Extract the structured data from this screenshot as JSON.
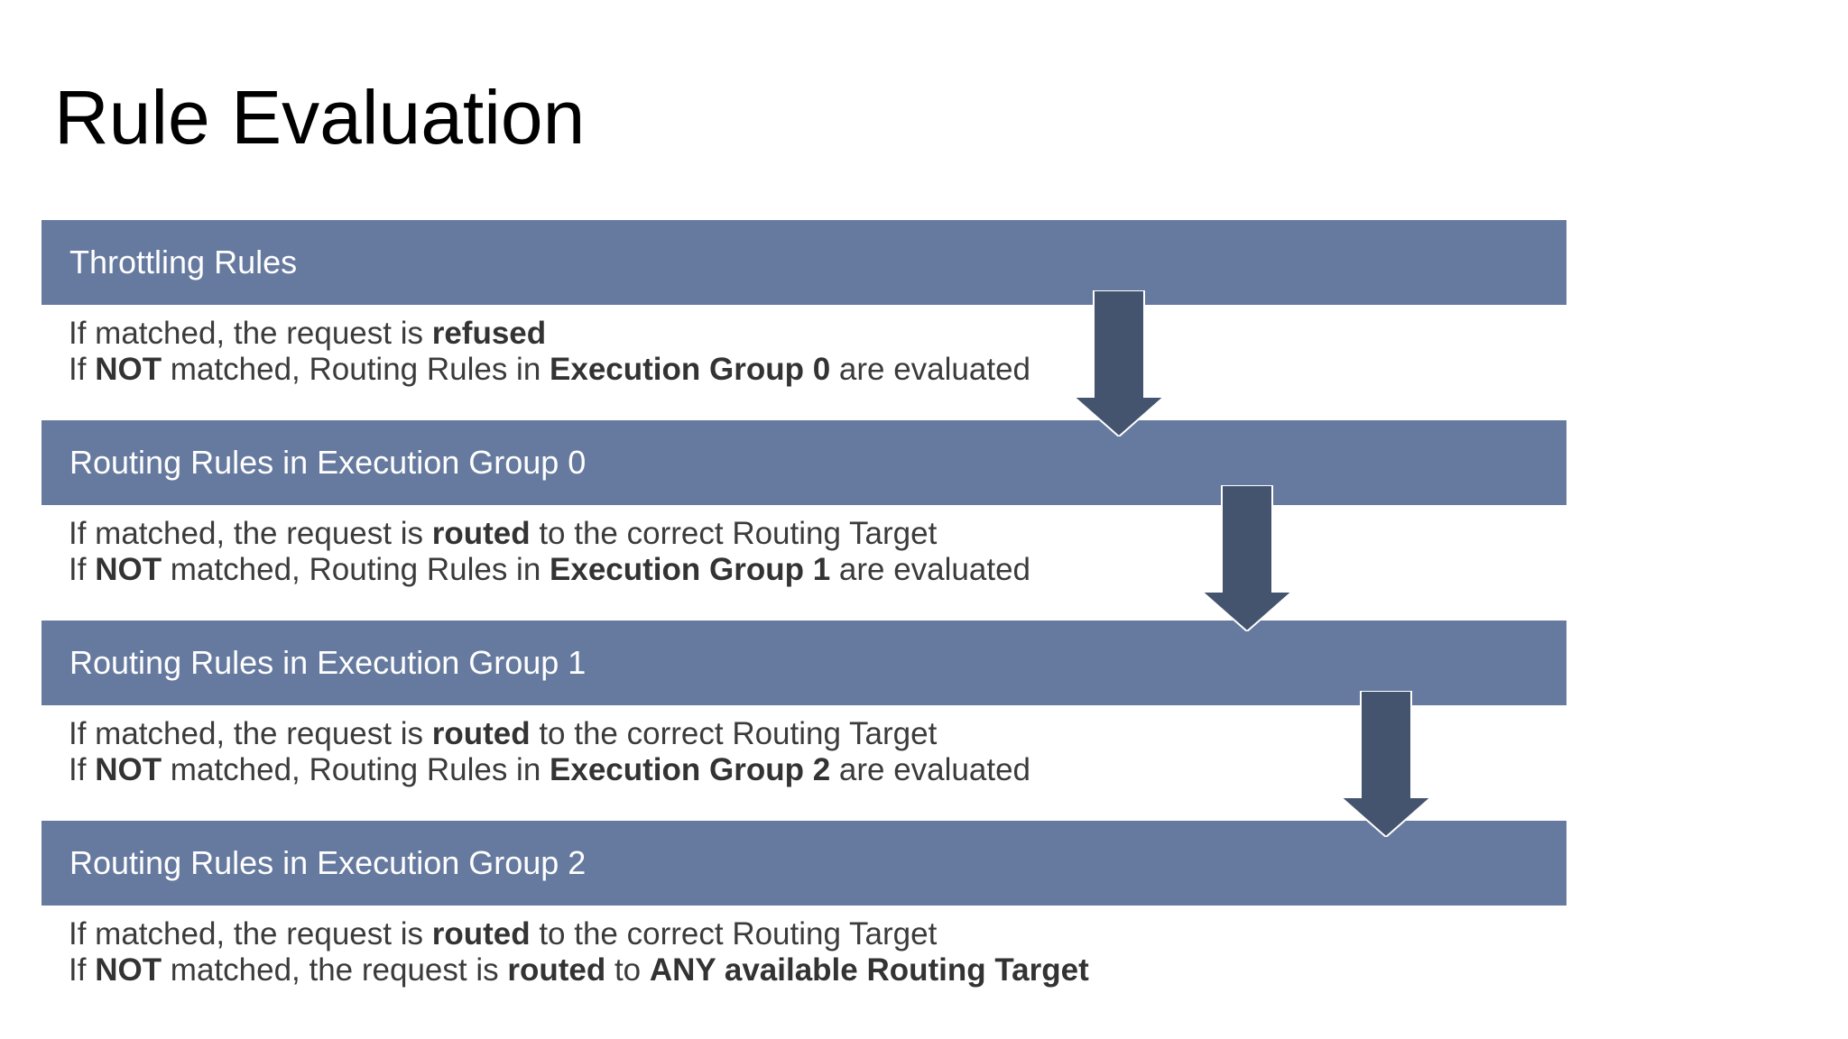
{
  "title": "Rule Evaluation",
  "colors": {
    "bar": "#667a9f",
    "arrow": "#44546f",
    "bar_text": "#ffffff",
    "body_text": "#3b3b3b"
  },
  "stages": [
    {
      "label": "Throttling Rules",
      "line1": {
        "prefix": "If matched, the request is ",
        "strong": "refused",
        "suffix": ""
      },
      "line2": {
        "pre": "If ",
        "not": "NOT",
        "mid": " matched, Routing Rules in ",
        "strong": "Execution Group 0",
        "post": " are evaluated"
      }
    },
    {
      "label": "Routing Rules in Execution Group 0",
      "line1": {
        "prefix": "If matched, the request is ",
        "strong": "routed",
        "suffix": " to the correct Routing Target"
      },
      "line2": {
        "pre": "If ",
        "not": "NOT",
        "mid": " matched, Routing Rules in ",
        "strong": "Execution Group 1",
        "post": " are evaluated"
      }
    },
    {
      "label": "Routing Rules in Execution Group 1",
      "line1": {
        "prefix": "If matched, the request is ",
        "strong": "routed",
        "suffix": " to the correct Routing Target"
      },
      "line2": {
        "pre": "If ",
        "not": "NOT",
        "mid": " matched, Routing Rules in ",
        "strong": "Execution Group 2",
        "post": " are evaluated"
      }
    },
    {
      "label": "Routing Rules in Execution Group 2",
      "line1": {
        "prefix": "If matched, the request is ",
        "strong": "routed",
        "suffix": " to the correct Routing Target"
      },
      "line2": {
        "pre": "If ",
        "not": "NOT",
        "mid": " matched, the request is ",
        "strong": "routed",
        "post": " to ",
        "strong2": "ANY available Routing Target"
      }
    }
  ],
  "arrows": [
    {
      "icon": "arrow-down-icon",
      "from_stage": 0,
      "to_stage": 1
    },
    {
      "icon": "arrow-down-icon",
      "from_stage": 1,
      "to_stage": 2
    },
    {
      "icon": "arrow-down-icon",
      "from_stage": 2,
      "to_stage": 3
    }
  ]
}
